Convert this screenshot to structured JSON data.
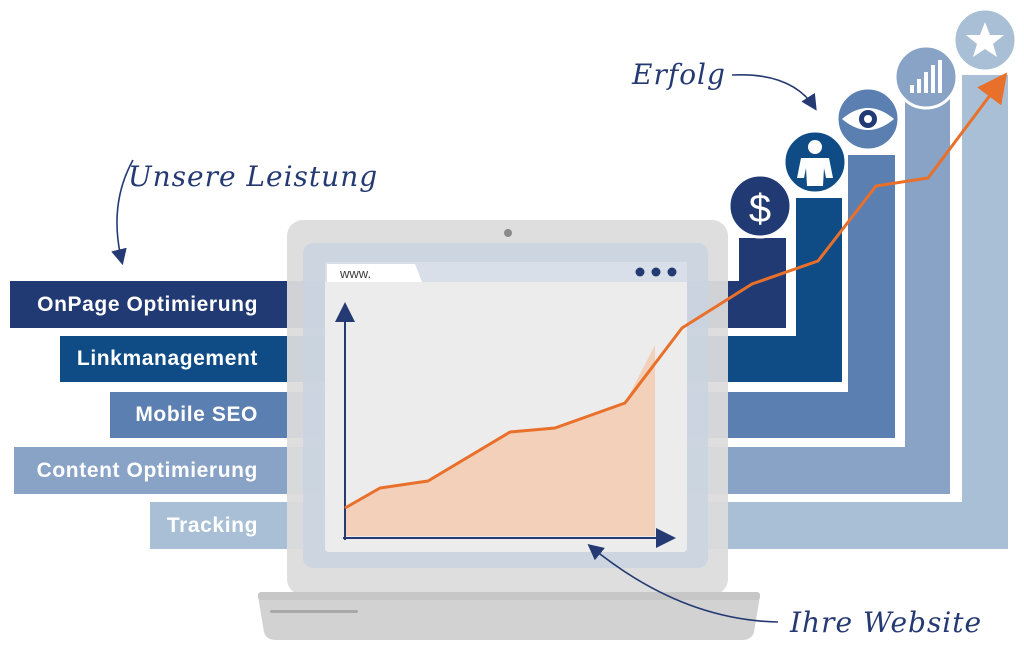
{
  "services": [
    {
      "label": "OnPage  Optimierung",
      "color": "#213a73"
    },
    {
      "label": "Linkmanagement",
      "color": "#0f4c86"
    },
    {
      "label": "Mobile  SEO",
      "color": "#5b7fb0"
    },
    {
      "label": "Content  Optimierung",
      "color": "#88a3c6"
    },
    {
      "label": "Tracking",
      "color": "#a8bfd6"
    }
  ],
  "annotations": {
    "services_title": "Unsere Leistung",
    "success": "Erfolg",
    "website": "Ihre Website"
  },
  "browser": {
    "url": "www."
  },
  "icons": [
    "dollar-icon",
    "person-icon",
    "eye-icon",
    "bar-chart-icon",
    "star-icon"
  ],
  "colors": {
    "trend_line": "#e8702a",
    "area_fill": "#f3cbb0",
    "axis": "#253a73",
    "laptop_body": "#dcdcdc",
    "screen_frame": "#c9d4e1"
  }
}
